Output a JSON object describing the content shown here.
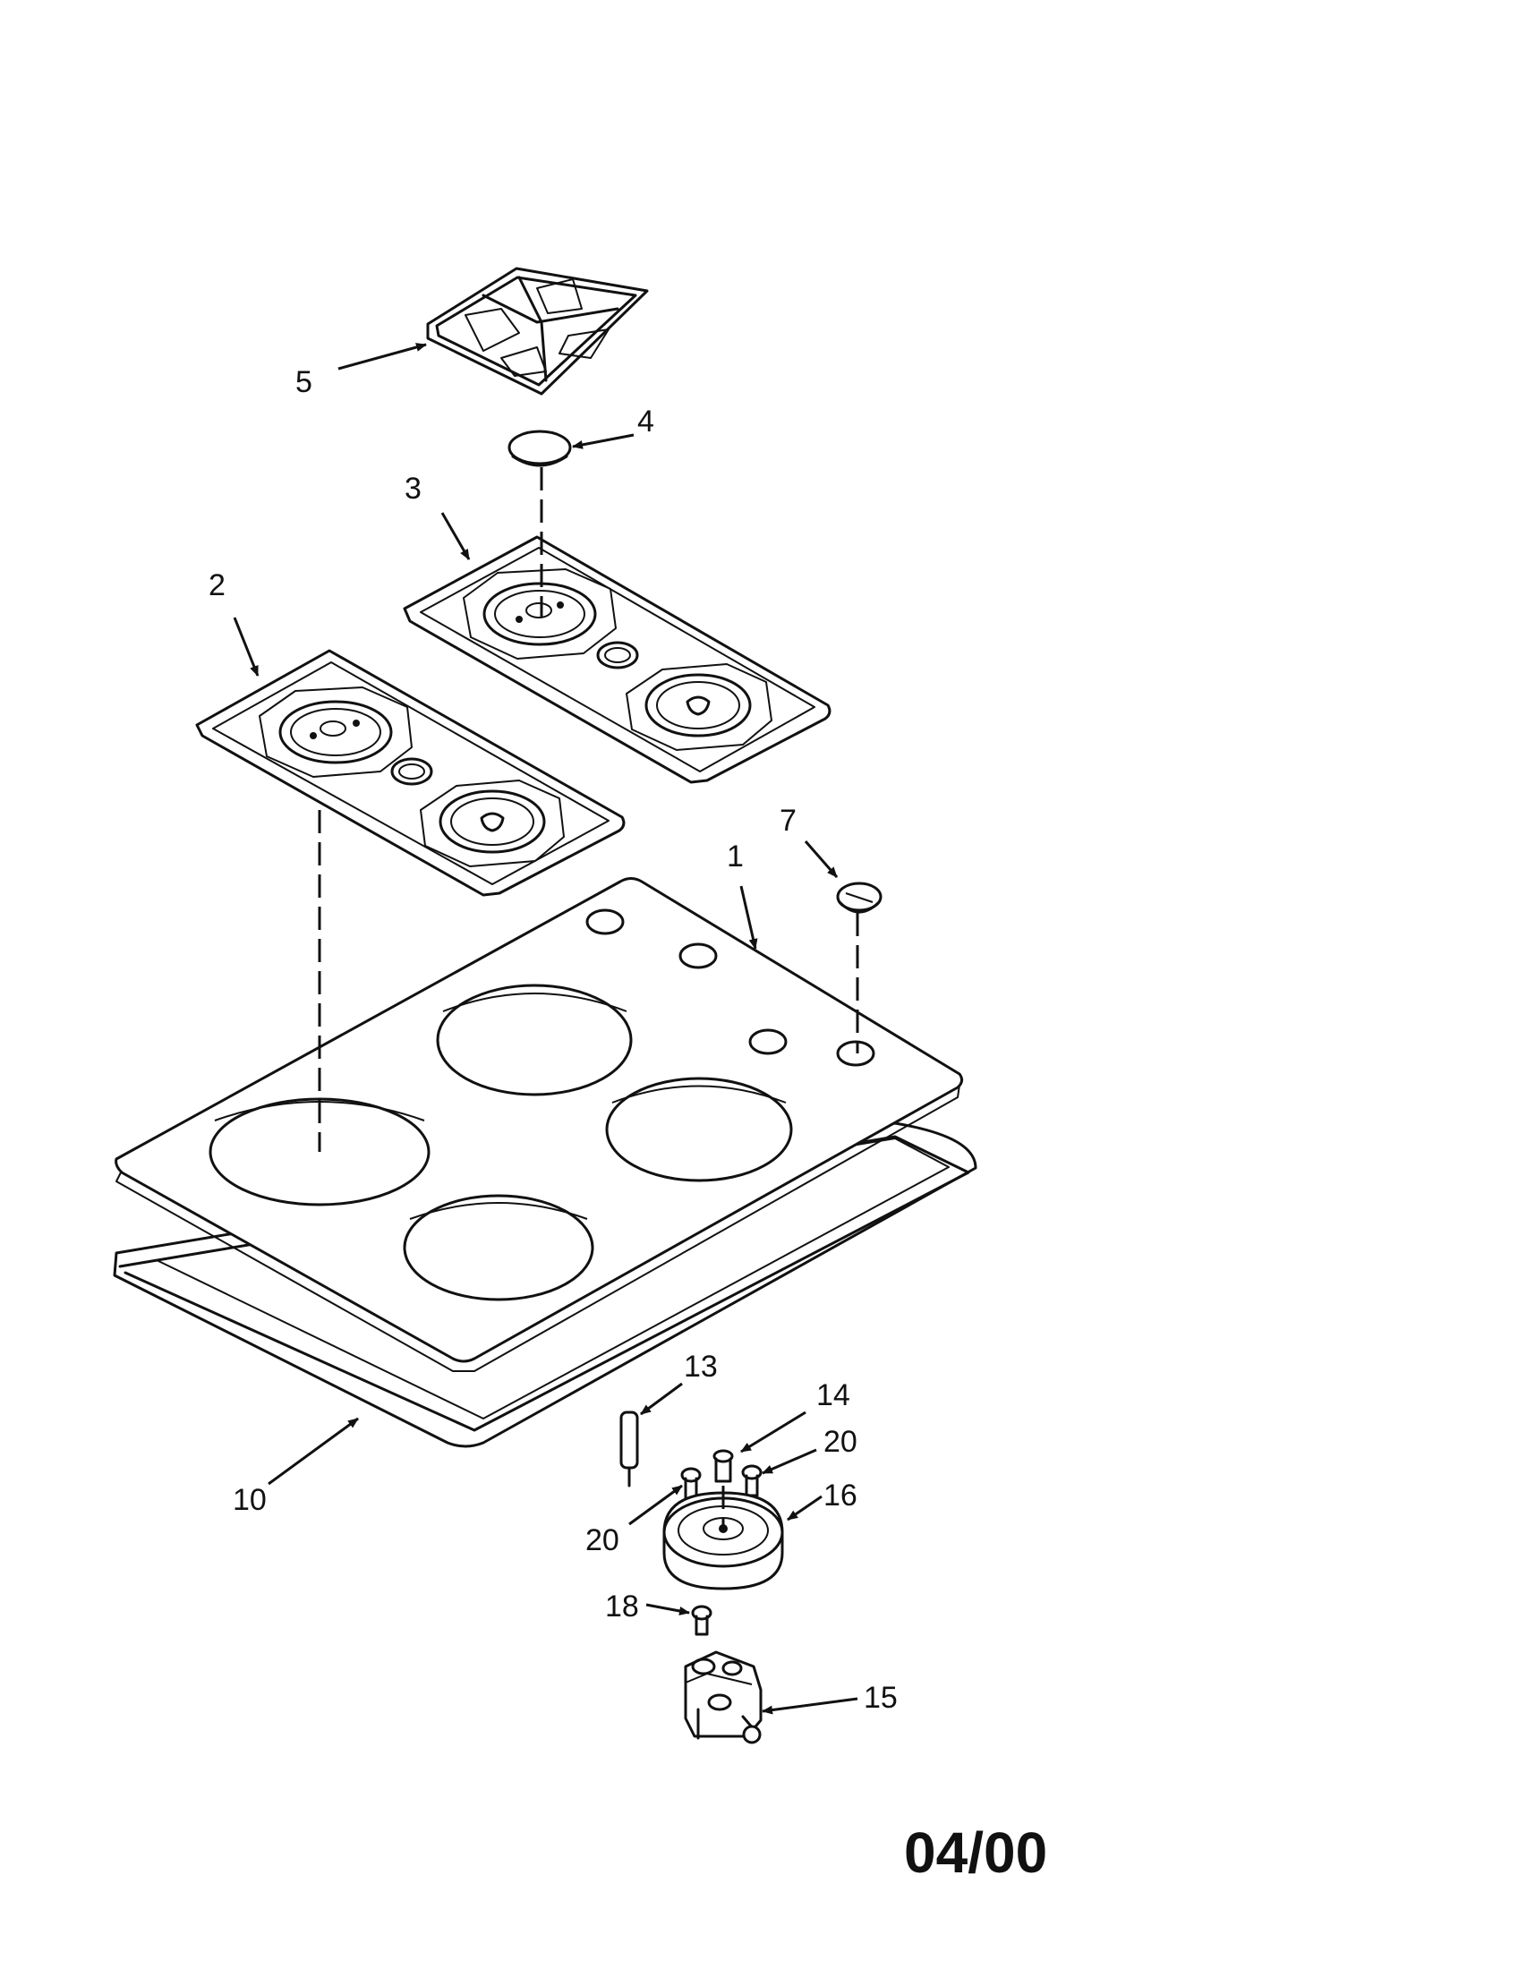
{
  "callouts": {
    "c1": "1",
    "c2": "2",
    "c3": "3",
    "c4": "4",
    "c5": "5",
    "c7": "7",
    "c10": "10",
    "c13": "13",
    "c14": "14",
    "c15": "15",
    "c16": "16",
    "c18": "18",
    "c20a": "20",
    "c20b": "20"
  },
  "revision_date": "04/00"
}
